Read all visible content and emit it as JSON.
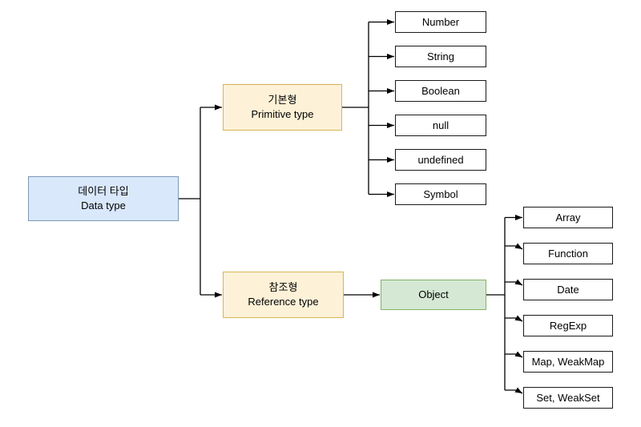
{
  "diagram": {
    "background": "#ffffff",
    "root": {
      "title_ko": "데이터 타입",
      "title_en": "Data type"
    },
    "primitive": {
      "title_ko": "기본형",
      "title_en": "Primitive type",
      "children": [
        "Number",
        "String",
        "Boolean",
        "null",
        "undefined",
        "Symbol"
      ]
    },
    "reference": {
      "title_ko": "참조형",
      "title_en": "Reference type"
    },
    "object": {
      "label": "Object",
      "children": [
        "Array",
        "Function",
        "Date",
        "RegExp",
        "Map, WeakMap",
        "Set, WeakSet"
      ]
    },
    "colors": {
      "background": "#ffffff",
      "root_fill": "#dae8fc",
      "root_stroke": "#7d99b5",
      "type_fill": "#fdf1d7",
      "type_stroke": "#d6b656",
      "object_fill": "#d5e8d4",
      "object_stroke": "#82b366",
      "leaf_fill": "#ffffff",
      "leaf_stroke": "#1a1a1a",
      "connector": "#000000"
    }
  }
}
